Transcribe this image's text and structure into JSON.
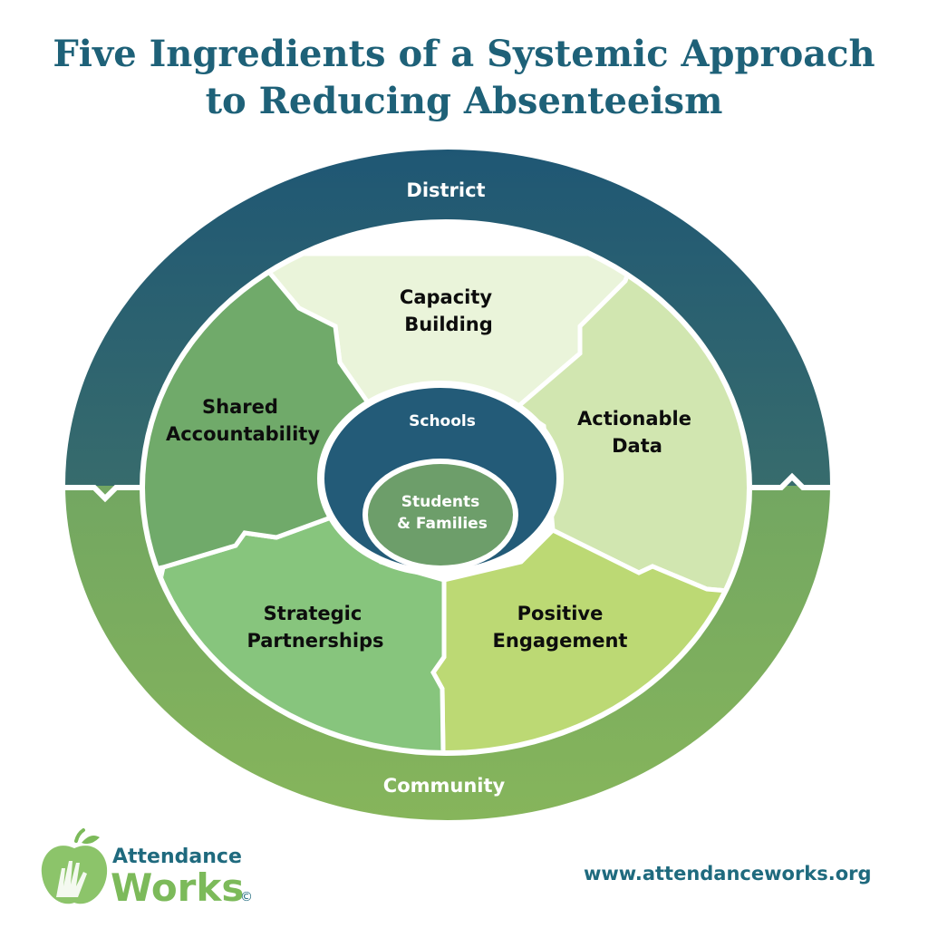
{
  "title": {
    "line1": "Five Ingredients of a Systemic Approach",
    "line2": "to Reducing Absenteeism"
  },
  "rings": {
    "outer_top": "District",
    "outer_bottom": "Community",
    "inner": "Schools",
    "core_line1": "Students",
    "core_line2": "& Families"
  },
  "segments": [
    {
      "line1": "Capacity",
      "line2": "Building"
    },
    {
      "line1": "Actionable",
      "line2": "Data"
    },
    {
      "line1": "Positive",
      "line2": "Engagement"
    },
    {
      "line1": "Strategic",
      "line2": "Partnerships"
    },
    {
      "line1": "Shared",
      "line2": "Accountability"
    }
  ],
  "logo": {
    "line1": "Attendance",
    "line2": "Works",
    "copyright": "©"
  },
  "url": "www.attendanceworks.org",
  "colors": {
    "title": "#1e6178",
    "district": "#275a72",
    "community": "#7aae5c",
    "schools": "#235b78",
    "students": "#6d9e6a",
    "capacity_building": "#eaf4da",
    "actionable_data": "#d1e6b0",
    "positive_engagement": "#bcd974",
    "strategic_partnerships": "#87c57d",
    "shared_accountability": "#70aa6a"
  }
}
